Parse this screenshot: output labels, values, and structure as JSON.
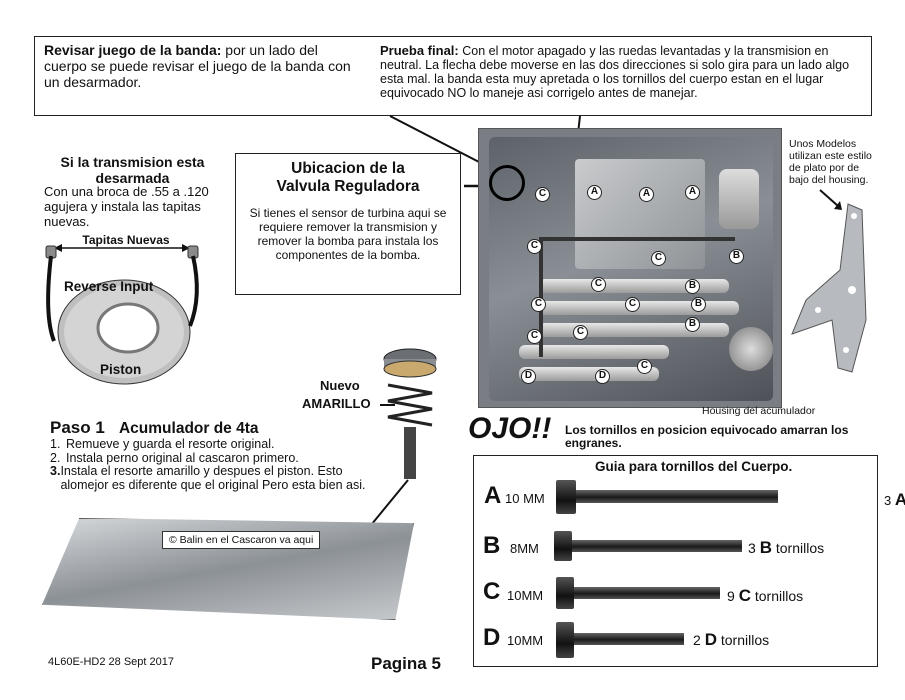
{
  "top_box": {
    "left_title": "Revisar juego de la banda:",
    "left_text": "por un lado del cuerpo se puede revisar el juego de la banda con un desarmador.",
    "right_title": "Prueba final:",
    "right_text": "Con el motor apagado y las ruedas levantadas y la transmision en neutral.   La flecha debe moverse en las dos direcciones si solo gira para un lado algo esta mal.  la banda esta muy apretada o los tornillos del cuerpo estan en el lugar equivocado NO lo maneje asi corrigelo antes de manejar."
  },
  "left_section": {
    "title_s": "S",
    "title_rest": "i la transmision esta desarmada",
    "text": "Con una broca de .55 a .120 agujera y instala las tapitas nuevas.",
    "tapitas": "Tapitas Nuevas",
    "reverse_input": "Reverse Input",
    "piston": "Piston"
  },
  "valve_box": {
    "title": "Ubicacion de la Valvula Reguladora",
    "text": "Si tienes el sensor de turbina aqui se requiere remover la transmision y remover la bomba para instala los componentes de la bomba."
  },
  "right_note": "Unos Modelos utilizan este estilo de plato por de bajo del housing.",
  "housing_label": "Housing del acumulador",
  "badges": [
    "A",
    "A",
    "A",
    "C",
    "C",
    "B",
    "C",
    "C",
    "B",
    "B",
    "C",
    "C",
    "B",
    "C",
    "C",
    "D",
    "D",
    "C"
  ],
  "nuevo": "Nuevo",
  "amarillo": "AMARILLO",
  "paso": {
    "title": "Paso 1",
    "subtitle": "Acumulador de 4ta",
    "steps": [
      {
        "n": "1.",
        "text": "Remueve y guarda el resorte original."
      },
      {
        "n": "2.",
        "text": "Instala perno original al cascaron primero."
      },
      {
        "n": "3.",
        "text": "Instala el resorte amarillo y despues el piston. Esto alomejor es diferente que el original Pero esta bien asi."
      }
    ]
  },
  "balin": "© Balin en el Cascaron va aqui",
  "ojo": {
    "big": "OJO!!",
    "text": "Los tornillos en posicion equivocado amarran los engranes."
  },
  "guia": {
    "title": "Guia para tornillos del Cuerpo.",
    "bolts": [
      {
        "letter": "A",
        "size": "10 MM",
        "count": "3",
        "count_letter": "A",
        "label": ""
      },
      {
        "letter": "B",
        "size": "8MM",
        "count": "3",
        "count_letter": "B",
        "label": "tornillos"
      },
      {
        "letter": "C",
        "size": "10MM",
        "count": "9",
        "count_letter": "C",
        "label": "tornillos"
      },
      {
        "letter": "D",
        "size": "10MM",
        "count": "2",
        "count_letter": "D",
        "label": "tornillos"
      }
    ]
  },
  "footer": {
    "doc": "4L60E-HD2  28 Sept 2017",
    "page": "Pagina 5"
  }
}
